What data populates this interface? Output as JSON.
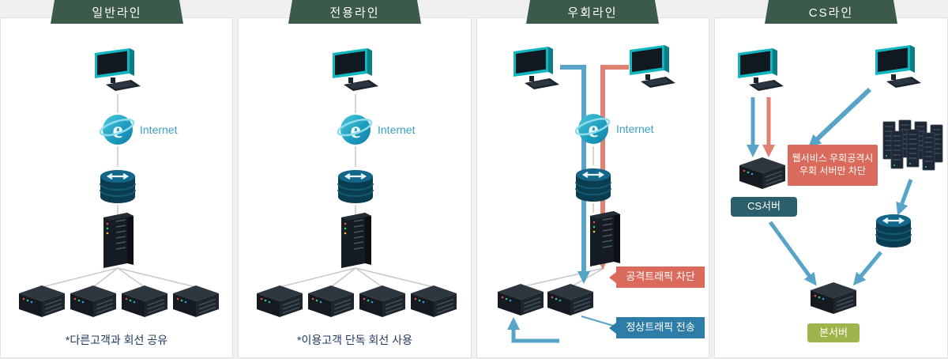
{
  "internet_label": "Internet",
  "panels": {
    "general": {
      "title": "일반라인",
      "caption": "*다른고객과 회선 공유"
    },
    "dedicated": {
      "title": "전용라인",
      "caption": "*이용고객 단독 회선 사용"
    },
    "bypass": {
      "title": "우회라인",
      "attack_label": "공격트래픽 차단",
      "normal_label": "정상트래픽 전송"
    },
    "cs": {
      "title": "CS라인",
      "note_line1": "웹서비스 우회공격시",
      "note_line2": "우회 서버만 차단",
      "cs_server_label": "CS서버",
      "main_server_label": "본서버"
    }
  },
  "icons": {
    "computer": "computer-icon",
    "internet": "internet-globe-icon",
    "router": "router-icon",
    "server_tower": "server-tower-icon",
    "server": "server-icon",
    "server_cluster": "server-cluster-icon"
  },
  "colors": {
    "header_green": "#3b5a49",
    "arrow_blue": "#58a4c8",
    "arrow_salmon": "#dd8173",
    "badge_attack": "#d96a5c",
    "badge_normal": "#2e7ca8",
    "badge_cs": "#2b5f6b",
    "badge_main": "#9fb54c",
    "internet_text": "#3aa0c2",
    "caption_text": "#203a5f",
    "connector_gray": "#c8c8c8"
  }
}
